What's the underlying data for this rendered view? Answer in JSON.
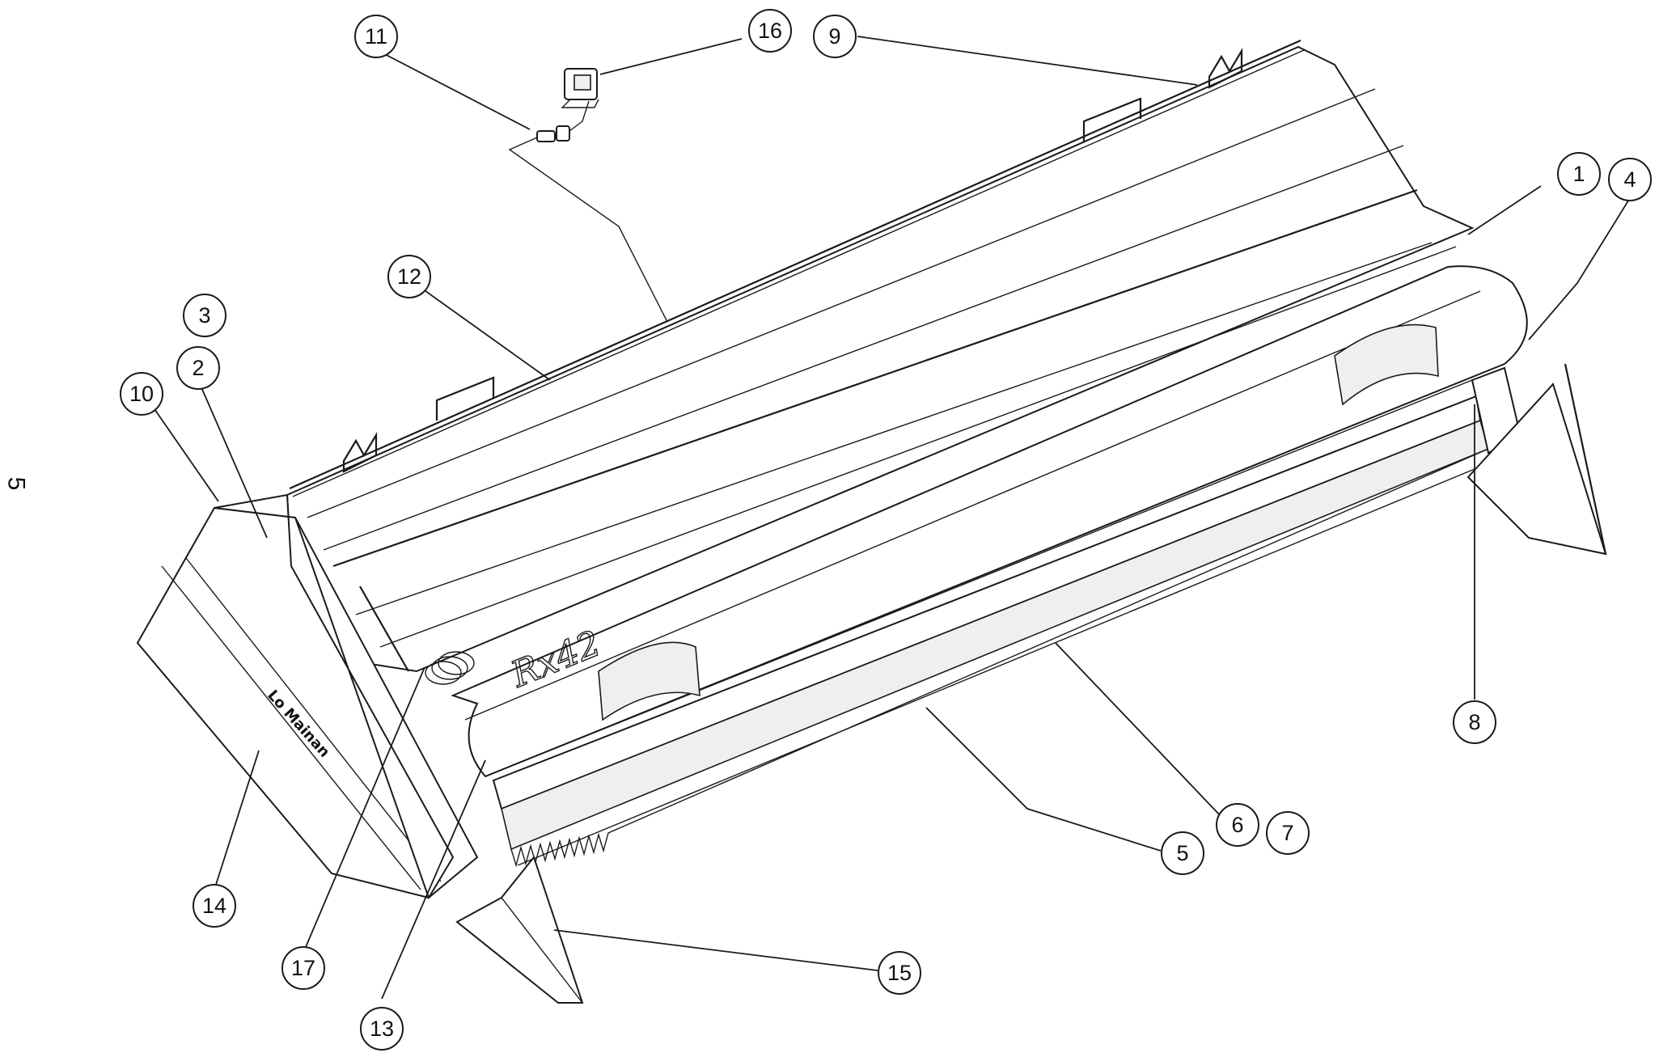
{
  "page_number": "5",
  "model_label": "Rx42",
  "logo_text": "Lo Mainan",
  "callouts": [
    {
      "id": "1",
      "label": "1"
    },
    {
      "id": "2",
      "label": "2"
    },
    {
      "id": "3",
      "label": "3"
    },
    {
      "id": "4",
      "label": "4"
    },
    {
      "id": "5",
      "label": "5"
    },
    {
      "id": "6",
      "label": "6"
    },
    {
      "id": "7",
      "label": "7"
    },
    {
      "id": "8",
      "label": "8"
    },
    {
      "id": "9",
      "label": "9"
    },
    {
      "id": "10",
      "label": "10"
    },
    {
      "id": "11",
      "label": "11"
    },
    {
      "id": "12",
      "label": "12"
    },
    {
      "id": "13",
      "label": "13"
    },
    {
      "id": "14",
      "label": "14"
    },
    {
      "id": "15",
      "label": "15"
    },
    {
      "id": "16",
      "label": "16"
    },
    {
      "id": "17",
      "label": "17"
    }
  ]
}
